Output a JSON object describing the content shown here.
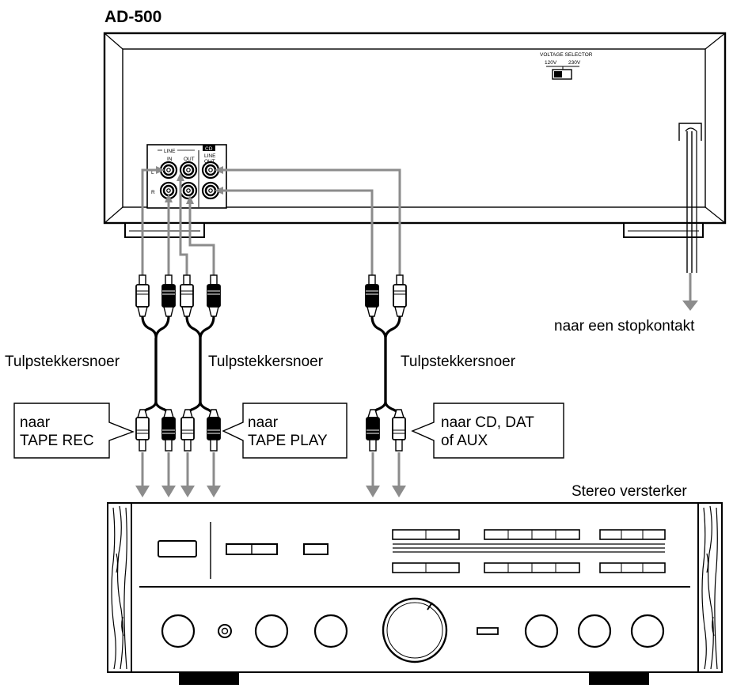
{
  "title": "AD-500",
  "rear_panel": {
    "voltage_selector_title": "VOLTAGE SELECTOR",
    "voltage_120": "120V",
    "voltage_230": "230V",
    "badge_cd": "CD",
    "line_group": "LINE",
    "line_in": "IN",
    "line_out": "OUT",
    "cd_line": "LINE",
    "cd_out": "OUT",
    "channel_l": "L",
    "channel_r": "R"
  },
  "labels": {
    "power": "naar een stopkontakt",
    "cable_1": "Tulpstekkersnoer",
    "cable_2": "Tulpstekkersnoer",
    "cable_3": "Tulpstekkersnoer",
    "callout_rec_1": "naar",
    "callout_rec_2": "TAPE REC",
    "callout_play_1": "naar",
    "callout_play_2": "TAPE PLAY",
    "callout_cd_1": "naar CD, DAT",
    "callout_cd_2": "of AUX",
    "amplifier": "Stereo versterker"
  }
}
